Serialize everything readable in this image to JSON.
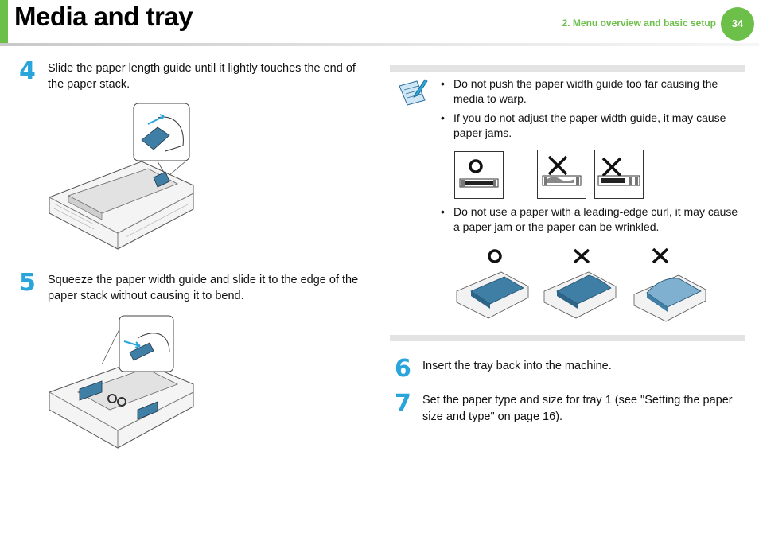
{
  "header": {
    "title": "Media and tray",
    "section": "2.  Menu overview and basic setup",
    "page_number": "34"
  },
  "steps": [
    {
      "number": "4",
      "text": "Slide the paper length guide until it lightly touches the end of the paper stack."
    },
    {
      "number": "5",
      "text": "Squeeze the paper width guide and slide it to the edge of the paper stack without causing it to bend."
    },
    {
      "number": "6",
      "text": "Insert the tray back into the machine."
    },
    {
      "number": "7",
      "text": "Set the paper type and size for tray 1 (see \"Setting the paper size and type\" on page 16)."
    }
  ],
  "note": {
    "icon": "note-pencil-icon",
    "bullets": [
      "Do not push the paper width guide too far causing the media to warp.",
      "If you do not adjust the paper width guide, it may cause paper jams.",
      "Do not use a paper with a leading-edge curl, it may cause a paper jam or the paper can be wrinkled."
    ]
  },
  "colors": {
    "brand_green": "#6cc04a",
    "step_blue": "#2aa5dc",
    "note_band": "#e3e3e3",
    "paper_blue": "#3f7fa6"
  }
}
